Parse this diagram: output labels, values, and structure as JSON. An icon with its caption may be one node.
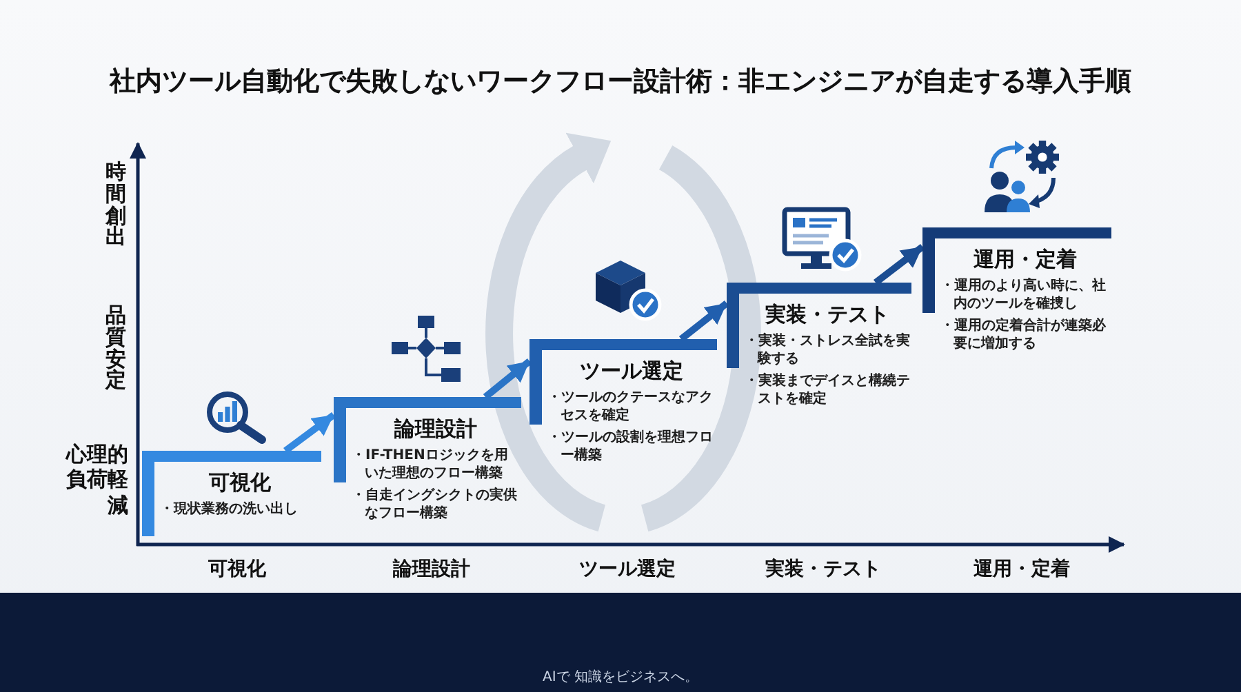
{
  "diagram": {
    "title": "社内ツール自動化で失敗しないワークフロー設計術：非エンジニアが自走する導入手順",
    "nodes": [
      {
        "text": [
          "可視化",
          "・現状業務の洗い出し"
        ]
      },
      {
        "text": [
          "論理設計",
          "・IF-THENロジックを用いた理想のフロー構築",
          "・自走イングシクトの実供なフロー構築"
        ]
      },
      {
        "text": [
          "ツール選定",
          "・ツールのクテースなアクセスを確定",
          "・ツールの設割を理想フロー構築"
        ]
      },
      {
        "text": [
          "実装・テスト",
          "・実装・ストレス全試を実験する",
          "・実装までデイスと構繞テストを確定"
        ]
      },
      {
        "text": [
          "運用・定着",
          "・運用のより高い時に、社内のツールを確捜し",
          "・運用の定着合計が連築必要に増加する"
        ]
      }
    ],
    "edges": [
      {
        "from": 0,
        "to": 1,
        "arrow": "to"
      },
      {
        "from": 1,
        "to": 2,
        "arrow": "to"
      },
      {
        "from": 2,
        "to": 3,
        "arrow": "to"
      },
      {
        "from": 3,
        "to": 4,
        "arrow": "to"
      }
    ],
    "labels": [
      "時間創出",
      "品質安定",
      "心理的負荷軽減",
      "可視化",
      "論理設計",
      "ツール選定",
      "実装・テスト",
      "運用・定着",
      "AIで 知識をビジネスへ。"
    ]
  }
}
